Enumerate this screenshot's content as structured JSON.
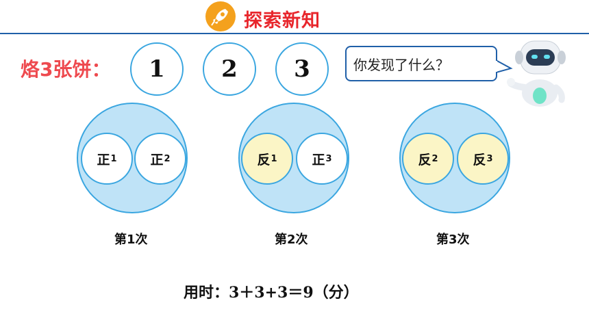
{
  "header": {
    "title": "探索新知",
    "icon": "rocket-icon"
  },
  "task_label": "烙3张饼：",
  "cake_numbers": [
    "1",
    "2",
    "3"
  ],
  "speech_bubble": "你发现了什么？",
  "rounds": [
    {
      "label": "第1次",
      "cakes": [
        {
          "side": "正",
          "index": "1"
        },
        {
          "side": "正",
          "index": "2"
        }
      ]
    },
    {
      "label": "第2次",
      "cakes": [
        {
          "side": "反",
          "index": "1"
        },
        {
          "side": "正",
          "index": "3"
        }
      ]
    },
    {
      "label": "第3次",
      "cakes": [
        {
          "side": "反",
          "index": "2"
        },
        {
          "side": "反",
          "index": "3"
        }
      ]
    }
  ],
  "total_time": "用时：3＋3+3＝9（分）",
  "colors": {
    "accent_red": "#e8262c",
    "pan_blue": "#bfe3f7",
    "border_blue": "#3aa6e0",
    "back_side_yellow": "#fbf5c6",
    "header_line": "#1f5fa8"
  }
}
